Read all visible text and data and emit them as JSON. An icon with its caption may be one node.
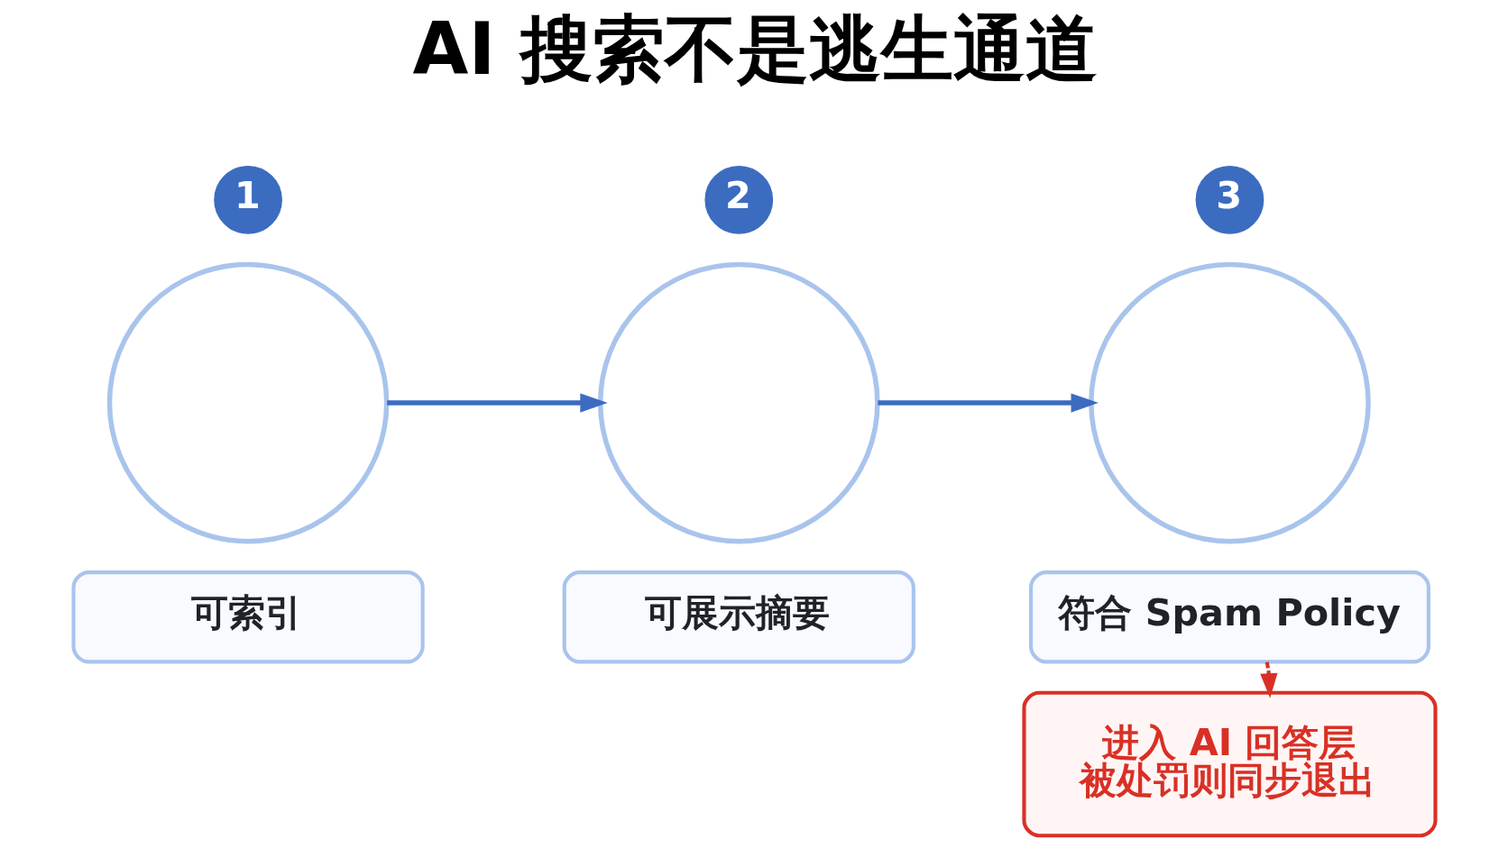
{
  "diagram": {
    "title": "AI 搜索不是逃生通道",
    "nodes": [
      {
        "text": [
          "1"
        ]
      },
      {
        "text": [],
        "shape": "circle"
      },
      {
        "text": [
          "2"
        ]
      },
      {
        "text": [],
        "shape": "circle"
      },
      {
        "text": [
          "3"
        ]
      },
      {
        "text": [],
        "shape": "circle"
      },
      {
        "text": [
          "可索引"
        ]
      },
      {
        "text": [
          "可展示摘要"
        ]
      },
      {
        "text": [
          "符合 Spam Policy"
        ]
      },
      {
        "text": [
          "进入 AI 回答层",
          "被处罚则同步退出"
        ]
      }
    ],
    "edges": [
      {
        "from": 1,
        "to": 3,
        "arrow": "to"
      },
      {
        "from": 3,
        "to": 5,
        "arrow": "to"
      },
      {
        "from": 8,
        "to": 9,
        "arrow": "to",
        "style": "dashed",
        "color": "#d93025"
      }
    ]
  }
}
